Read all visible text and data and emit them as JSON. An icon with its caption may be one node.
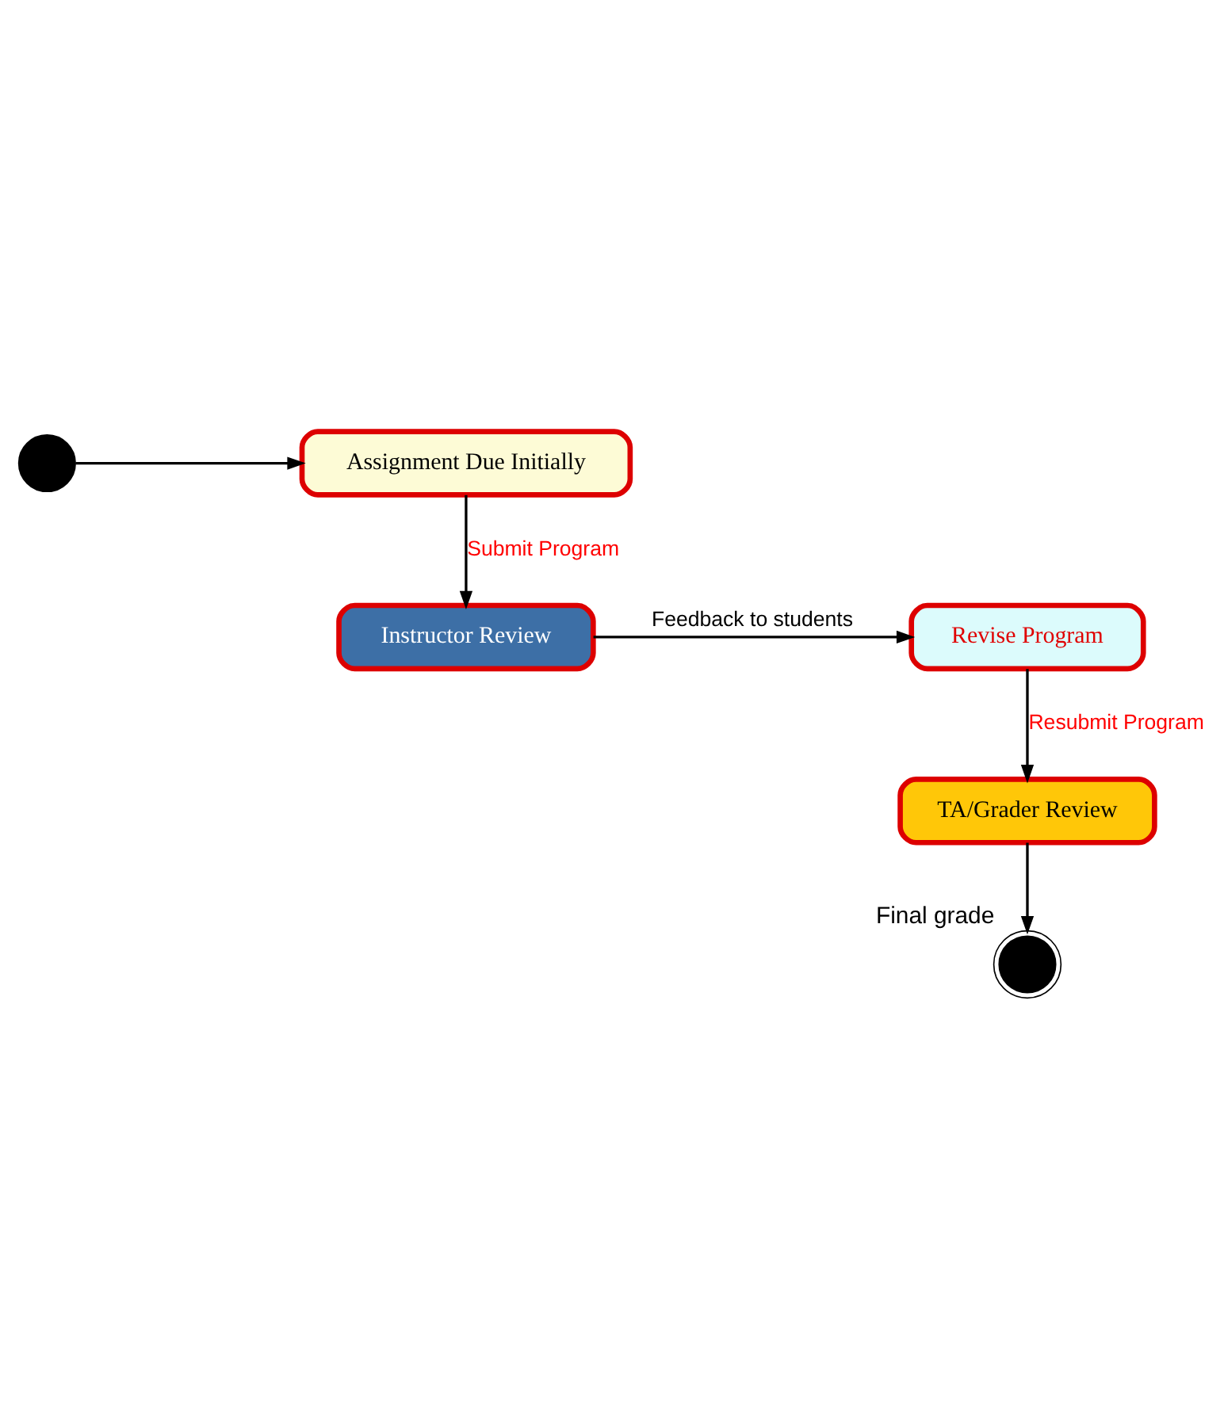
{
  "diagram": {
    "nodes": [
      {
        "text": [
          "Assignment Due Initially"
        ]
      },
      {
        "text": [],
        "shape": "circle"
      },
      {
        "text": [
          "Instructor Review"
        ]
      },
      {
        "text": [
          "Revise Program"
        ]
      },
      {
        "text": [
          "TA/Grader Review"
        ]
      },
      {
        "text": [],
        "shape": "circle",
        "beside": [
          "Final grade"
        ]
      }
    ],
    "edges": [
      {
        "from": 1,
        "to": 0,
        "arrow": "to"
      },
      {
        "from": 0,
        "to": 2,
        "arrow": "to",
        "label": "Submit Program"
      },
      {
        "from": 2,
        "to": 3,
        "arrow": "to",
        "label": "Feedback to students"
      },
      {
        "from": 3,
        "to": 4,
        "arrow": "to",
        "label": "Resubmit Program"
      },
      {
        "from": 4,
        "to": 5,
        "arrow": "to"
      }
    ]
  }
}
